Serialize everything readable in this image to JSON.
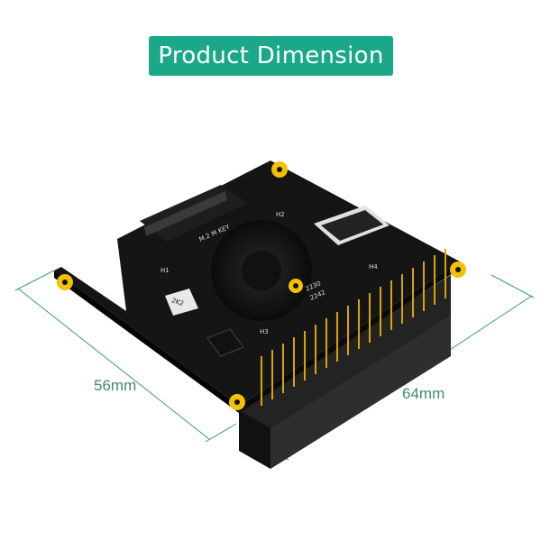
{
  "header": {
    "title": "Product Dimension"
  },
  "dimensions": {
    "width_label": "56mm",
    "length_label": "64mm"
  },
  "board": {
    "slot_label": "M.2 M KEY",
    "chip_label": "2K2",
    "ssd_sizes": [
      "2230",
      "2242"
    ],
    "hole_labels": [
      "H1",
      "H2",
      "H3",
      "H4"
    ]
  },
  "colors": {
    "banner": "#1aa889",
    "dimension_line": "#3a9a7c",
    "pcb": "#161616",
    "gold_pad": "#f2c200",
    "pin": "#d9a400",
    "header_plastic": "#2a2a2a"
  }
}
